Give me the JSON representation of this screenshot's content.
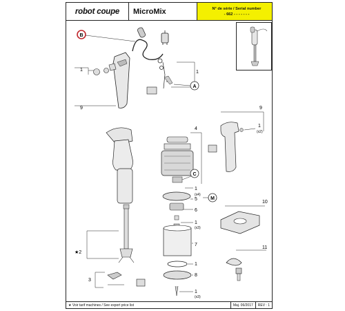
{
  "header": {
    "logo_text": "robot coupe",
    "model": "MicroMix",
    "serial_label": "N° de série / Serial number",
    "serial_value": "- 662 - - - - -   - -"
  },
  "callouts": {
    "b": "B",
    "a": "A",
    "c": "C",
    "m": "M",
    "n1": "1",
    "n2": "2",
    "n3": "3",
    "n4": "4",
    "n5": "5",
    "n6": "6",
    "n7": "7",
    "n8": "8",
    "n9": "9",
    "n10": "10",
    "n11": "11",
    "x2": "(x2)",
    "x4": "(x4)",
    "x3": "(x3)",
    "star2": "★2"
  },
  "footer": {
    "note": "★ Voir tarif machines / See export price list",
    "date": "Maj. 06/2017",
    "rev": "REV :  1"
  }
}
